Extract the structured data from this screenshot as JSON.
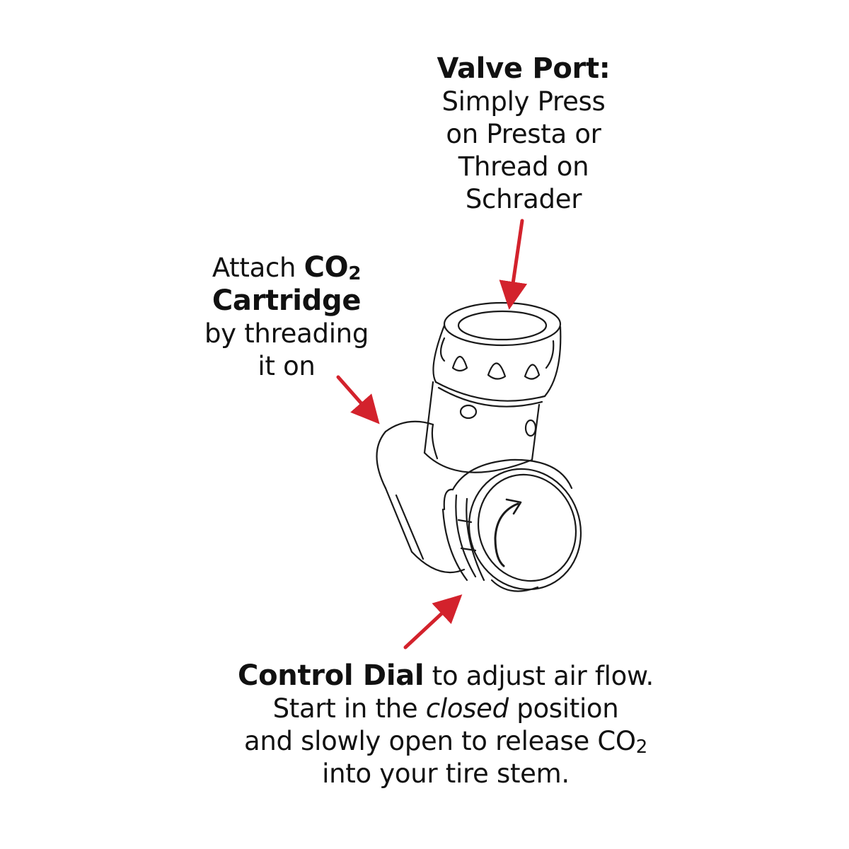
{
  "valve_port": {
    "title": "Valve Port:",
    "lines": [
      "Simply Press",
      "on Presta or",
      "Thread on",
      "Schrader"
    ]
  },
  "co2": {
    "prefix": "Attach ",
    "bold_co": "CO",
    "bold_sub": "2",
    "bold_line2": "Cartridge",
    "lines": [
      "by threading",
      "it on"
    ]
  },
  "control_dial": {
    "title": "Control Dial",
    "title_rest": " to adjust air flow.",
    "line2_pre": "Start in the ",
    "line2_italic": "closed",
    "line2_post": " position",
    "line3": "and slowly open to release CO",
    "line3_sub": "2",
    "line4": "into your tire stem."
  },
  "colors": {
    "arrow": "#d3222c",
    "outline": "#1a1a1a"
  },
  "icons": [
    "inflator-drawing",
    "arrow-icon"
  ]
}
